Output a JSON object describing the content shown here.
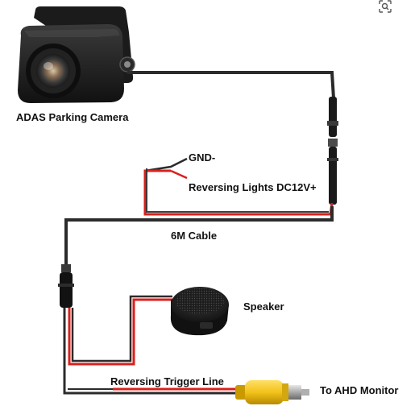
{
  "labels": {
    "camera": "ADAS Parking Camera",
    "gnd": "GND-",
    "reversing_lights": "Reversing Lights DC12V+",
    "cable": "6M Cable",
    "speaker": "Speaker",
    "trigger": "Reversing Trigger Line",
    "monitor": "To AHD Monitor"
  },
  "icons": {
    "visual_search": "lens-search-icon"
  },
  "colors": {
    "wire_black": "#2b2b2b",
    "wire_red": "#d9201c",
    "rca_yellow": "#f2c21a"
  }
}
